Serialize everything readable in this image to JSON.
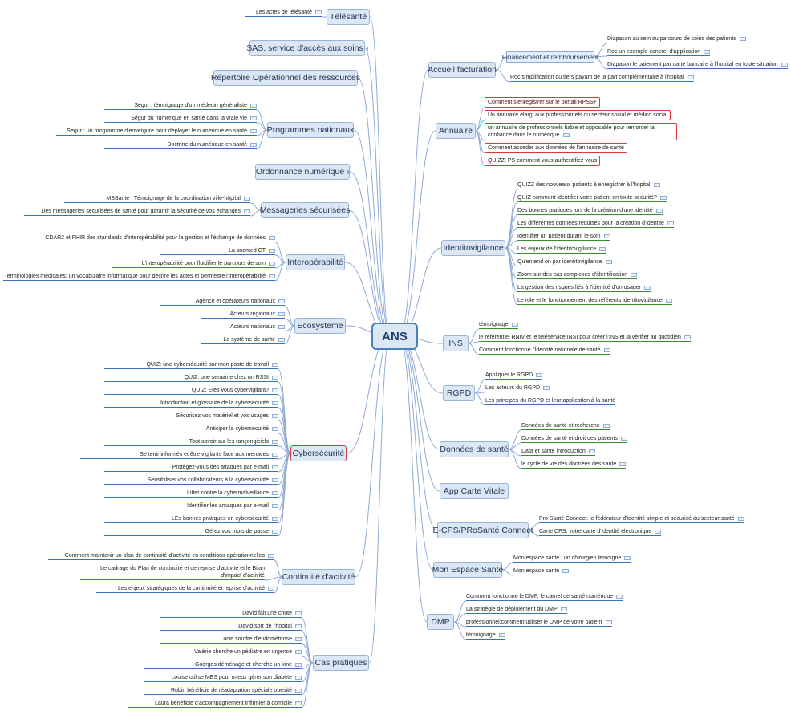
{
  "root": {
    "label": "ANS"
  },
  "left": {
    "telesante": {
      "label": "Télésanté",
      "leaves": [
        "Les actes de télésanté"
      ]
    },
    "sas": {
      "label": "SAS, service d'accès aux soins"
    },
    "ror": {
      "label": "Répertoire Opérationnel des ressources"
    },
    "programmes": {
      "label": "Programmes nationaux",
      "leaves": [
        "Ségur : témoignage d'un médecin généraliste",
        "Ségur du numérique en santé dans la vraie vie",
        "Segur : un programme d'envergure pour déployer le numérique en santé",
        "Doctrine du numérique en santé"
      ]
    },
    "ordonnance": {
      "label": "Ordonnance numérique"
    },
    "messageries": {
      "label": "Messageries sécurisées",
      "leaves": [
        "MSSanté : Témoignage de la coordination ville-hôpital",
        "Des messageries sécurisées de santé pour garantir la sécurité de vos échanges"
      ]
    },
    "interop": {
      "label": "Interopérabilité",
      "leaves": [
        "CDAR2 et FHIR des standards d'interopérabilité pour la gestion et l'échange de données",
        "La snomed CT",
        "L'interopérabilité pour fluidifier le parcours de soin",
        "Terminologies médicales: un vocabulaire informatique pour décrire les actes et permettre l'interopérabilité"
      ]
    },
    "ecosysteme": {
      "label": "Ecosysteme",
      "leaves": [
        "Agence et opérateurs nationaux",
        "Acteurs régionaux",
        "Acteurs nationaux",
        "Le système de santé"
      ]
    },
    "cyber": {
      "label": "Cybersécurité",
      "leaves": [
        "QUIZ: une cybersécurité sur mon poste de travail",
        "QUIZ: une semaine chez un RSSI",
        "QUIZ: Etes vous cybervigilant?",
        "Introduction et glossaire de la cybersécurité",
        "Sécurisez vos matériel et vos usages",
        "Anticiper la cybersécurité",
        "Tout savoir sur les rançongiciels",
        "Se tenir informés et être vigilants face aux menaces",
        "Protégez-vous des attaques par e-mail",
        "Sensibiliser vos collaborateurs à la cybersécurité",
        "lutter contre la cybermalveillance",
        "Identifier les arnaques par e-mail",
        "LEs bonnes pratiques en cybersécurité",
        "Gérez vos mots de passe"
      ]
    },
    "continuite": {
      "label": "Continuité d'activité",
      "leaves": [
        "Comment maintenir un plan de continuité d'activité en conditions opérationnelles",
        "Le cadrage du Plan de continuité et de reprise d'activité et le Bilan d'impact d'activité",
        "Les enjeux stratégiques de la continuité et reprise d'activité"
      ]
    },
    "cas": {
      "label": "Cas pratiques",
      "leaves": [
        "David fait une chute",
        "David sort de l'hopital",
        "Lucie souffre d'endométriose",
        "Valérie cherche un pédiatre en urgence",
        "Goerges déménage et cherche un kine",
        "Louise utilise MES pour mieux gérer son diabète",
        "Robin bénéficie de réadaptation spéciale obésité",
        "Laura bénéficie d'accompagnement infirmier à domicile"
      ]
    }
  },
  "right": {
    "accueil": {
      "label": "Accueil facturation",
      "sub": {
        "label": "Financement et remboursement",
        "leaves": [
          "Diapason au sein du parcours de soins des patients",
          "Roc un exemple concret d'application",
          "Diapason le paiement par carte bancaire à l'hopital en toute situation"
        ]
      },
      "leaves": [
        "Roc simplification du tiers payant de la part complémentaire à l'hopital"
      ]
    },
    "annuaire": {
      "label": "Annuaire",
      "leaves": [
        "Comment s'enregistrer sur le portail RPSS+",
        "Un annuaire elargi aux professionnels du secteur social et médico social",
        "un annuaire de professionnels fiable et opposable pour renforcer la confiance dans le numérique",
        "Comment acceder aux données de l'annuaire de santé",
        "QUIZZ: PS comment vous authentifiez vous"
      ]
    },
    "identito": {
      "label": "Identitovigilance",
      "leaves": [
        "QUIZZ des nouveaux patients à enregistrer à l'hopital",
        "QUIZ comment identifier votre patient en toute sécurité?",
        "Des bonnes pratiques lors de la création d'une identité",
        "Les différentes données requises pour la création d'identité",
        "Identifier un patient durant le soin",
        "Les enjeux de l'identitovigilance",
        "Qu'entend on par identitovigilance",
        "Zoom sur des cas complexes d'identification",
        "La gestion des risques liés à l'identité d'un usager",
        "Le role et le fonctionnement des référents identitovigilance"
      ]
    },
    "ins": {
      "label": "INS",
      "leaves": [
        "témoignage",
        "le référentiel RNIV et le téléservice INSI pour créer l'INS et la vérifier au quotidien",
        "Comment fonctionne l'Identité nationale de santé"
      ]
    },
    "rgpd": {
      "label": "RGPD",
      "leaves": [
        "Appliquer le RGPD",
        "Les acteurs du RGPD",
        "Les principes du RGPD et leur application à la santé"
      ]
    },
    "donnees": {
      "label": "Données de santé",
      "leaves": [
        "Données de santé et recherche",
        "Données de santé et droit des patients",
        "Data et santé introduction",
        "le cycle de vie des données des santé"
      ]
    },
    "carte": {
      "label": "App Carte Vitale"
    },
    "ecps": {
      "label": "E-CPS/PRoSanté Connect",
      "leaves": [
        "Pro Santé Connect: le fédérateur d'identité simple et sécurisé du secteur santé",
        "Carte CPS: votre carte d'identité électronique"
      ]
    },
    "mes": {
      "label": "Mon Espace Santé",
      "leaves": [
        "Mon espace santé : un chirurgien témoigne",
        "Mon espace santé"
      ]
    },
    "dmp": {
      "label": "DMP",
      "leaves": [
        "Comment fonctionne le DMP, le carnet de santé numérique",
        "La stratégie de déploiement du DMP",
        "professionnel:comment utiliser le DMP de votre patient",
        "témoignage"
      ]
    }
  },
  "colors": {
    "branch": "#8faad6",
    "node_fill": "#dce7f5",
    "root_border": "#4a7fc0",
    "highlight": "#d23b3b",
    "underline_blue": "#3b6fb6",
    "underline_green": "#3c8c2e",
    "note_icon": "#8fb0d6"
  }
}
